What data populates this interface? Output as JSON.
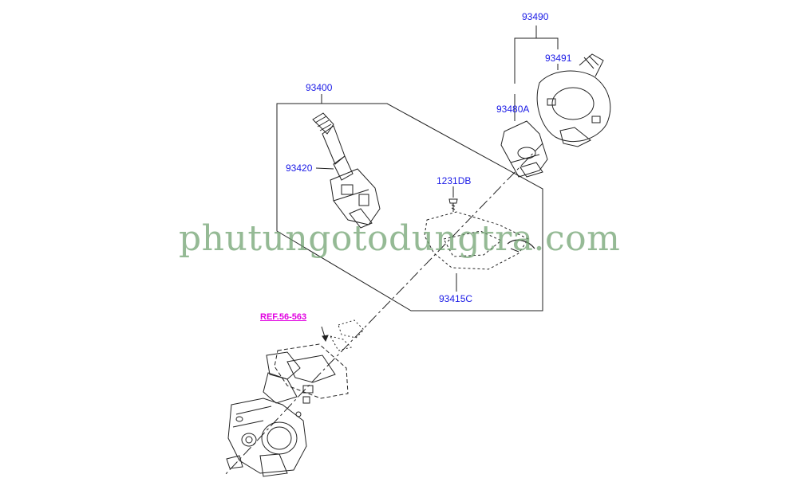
{
  "diagram": {
    "parts": {
      "p93490": "93490",
      "p93491": "93491",
      "p93480a": "93480A",
      "p93400": "93400",
      "p93420": "93420",
      "p1231db": "1231DB",
      "p93415c": "93415C"
    },
    "reference": "REF.56-563",
    "watermark": "phutungotodungtra.com"
  },
  "colors": {
    "part_label": "#1a1ae6",
    "reference_label": "#e100e1",
    "watermark": "#6ca06c",
    "line_art": "#222222",
    "background": "#ffffff"
  }
}
